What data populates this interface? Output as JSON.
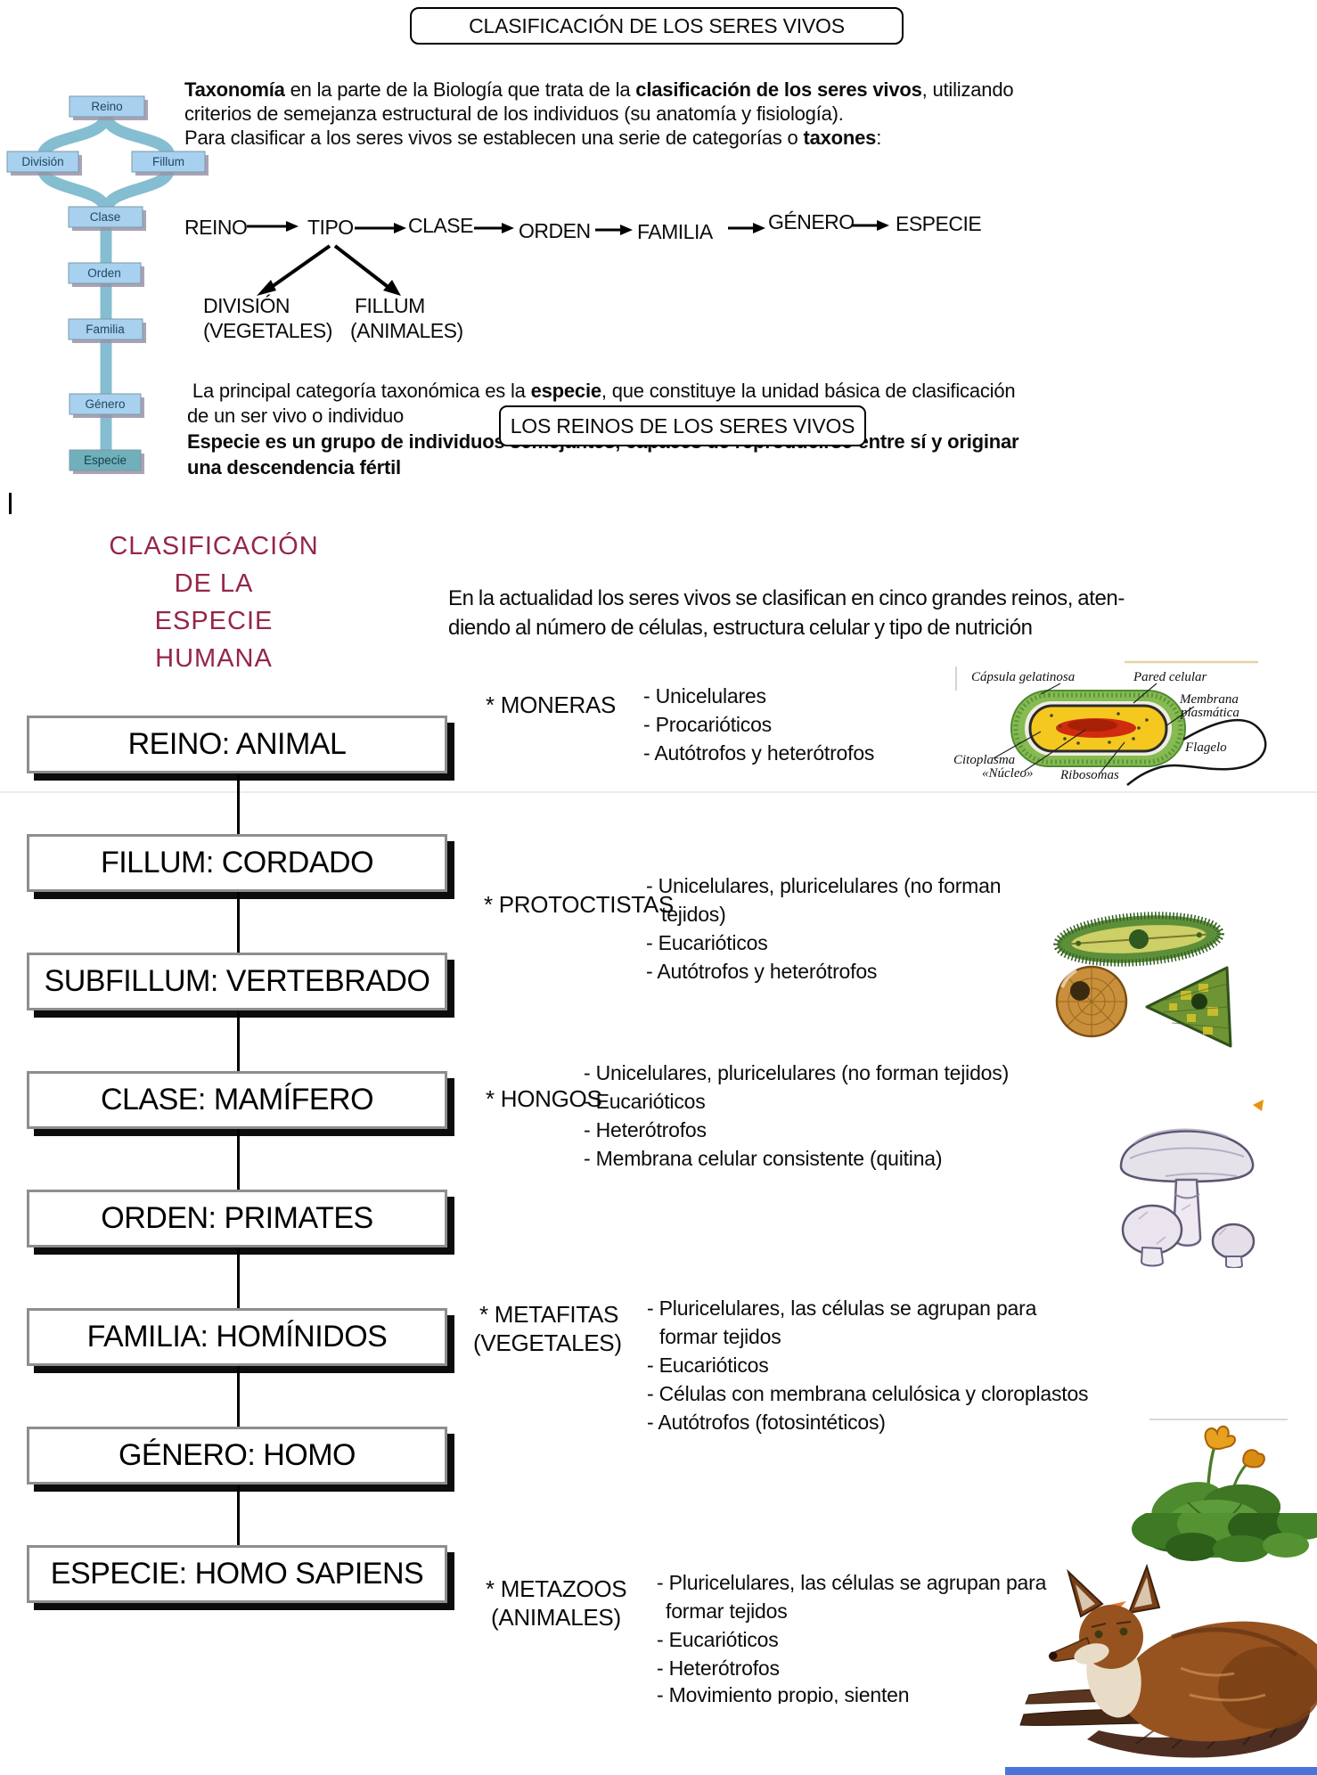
{
  "title_box": "CLASIFICACIÓN DE LOS SERES VIVOS",
  "sidebar_chart": {
    "boxes": [
      "Reino",
      "División",
      "Fillum",
      "Clase",
      "Orden",
      "Familia",
      "Género",
      "Especie"
    ]
  },
  "intro": {
    "l1a": "Taxonomía",
    "l1b": " en la parte de la Biología que trata de la ",
    "l1c": "clasificación de los seres vivos",
    "l1d": ", utilizando",
    "l2": "criterios de semejanza estructural de los individuos (su anatomía y fisiología).",
    "l3a": "Para clasificar a los seres vivos se establecen una serie de categorías o ",
    "l3b": "taxones",
    "l3c": ":"
  },
  "chain": {
    "items": [
      "REINO",
      "TIPO",
      "CLASE",
      "ORDEN",
      "FAMILIA",
      "GÉNERO",
      "ESPECIE"
    ],
    "branch_left1": "DIVISIÓN",
    "branch_left2": "(VEGETALES)",
    "branch_right1": "FILLUM",
    "branch_right2": "(ANIMALES)"
  },
  "species_note": {
    "l1a": " La principal categoría taxonómica es la ",
    "l1b": "especie",
    "l1c": ", que constituye la unidad básica de clasificación",
    "l2": "de un ser vivo o individuo",
    "l3": "Especie es un grupo de individuos semejantes, capaces de reproducirse entre sí y originar",
    "l4": "una descendencia fértil"
  },
  "human": {
    "heading": [
      "CLASIFICACIÓN",
      "DE LA",
      "ESPECIE",
      "HUMANA"
    ],
    "boxes": [
      "REINO: ANIMAL",
      "FILLUM: CORDADO",
      "SUBFILLUM: VERTEBRADO",
      "CLASE: MAMÍFERO",
      "ORDEN: PRIMATES",
      "FAMILIA: HOMÍNIDOS",
      "GÉNERO: HOMO",
      "ESPECIE: HOMO SAPIENS"
    ]
  },
  "kingdoms": {
    "title": "LOS REINOS DE LOS SERES VIVOS",
    "intro1": "En la actualidad los seres vivos se clasifican en cinco grandes reinos, aten-",
    "intro2": "diendo al número de células, estructura celular y tipo de nutrición",
    "moneras": {
      "label": "* MONERAS",
      "t1": "- Unicelulares",
      "t2": "- Procarióticos",
      "t3": "- Autótrofos y heterótrofos"
    },
    "protoctistas": {
      "label": "* PROTOCTISTAS",
      "t1": "- Unicelulares, pluricelulares (no forman",
      "t2": "tejidos)",
      "t3": "- Eucarióticos",
      "t4": "- Autótrofos y heterótrofos"
    },
    "hongos": {
      "label": "* HONGOS",
      "t1": "- Unicelulares, pluricelulares (no forman tejidos)",
      "t2": "- Eucarióticos",
      "t3": "- Heterótrofos",
      "t4": "- Membrana celular consistente (quitina)"
    },
    "metafitas": {
      "label1": "* METAFITAS",
      "label2": "(VEGETALES)",
      "t1": "- Pluricelulares, las células se agrupan para",
      "t2": "formar tejidos",
      "t3": "- Eucarióticos",
      "t4": "- Células con membrana celulósica y cloroplastos",
      "t5": "- Autótrofos (fotosintéticos)"
    },
    "metazoos": {
      "label1": "* METAZOOS",
      "label2": "(ANIMALES)",
      "t1": "- Pluricelulares, las células se agrupan para",
      "t2": "formar tejidos",
      "t3": "- Eucarióticos",
      "t4": "- Heterótrofos",
      "t5": "- Movimiento propio, sienten"
    }
  },
  "bacteria": {
    "capsula": "Cápsula gelatinosa",
    "pared": "Pared celular",
    "membrana1": "Membrana",
    "membrana2": "plasmática",
    "flagelo": "Flagelo",
    "citoplasma": "Citoplasma",
    "nucleo": "«Núcleo»",
    "ribosomas": "Ribosomas"
  },
  "colors": {
    "heading_maroon": "#952647",
    "chart_box_fill": "#a7d1ef",
    "chart_box_especie": "#6fb0ba",
    "chart_connector": "#85bdd1",
    "bottom_strip_blue": "#4a74d8"
  }
}
